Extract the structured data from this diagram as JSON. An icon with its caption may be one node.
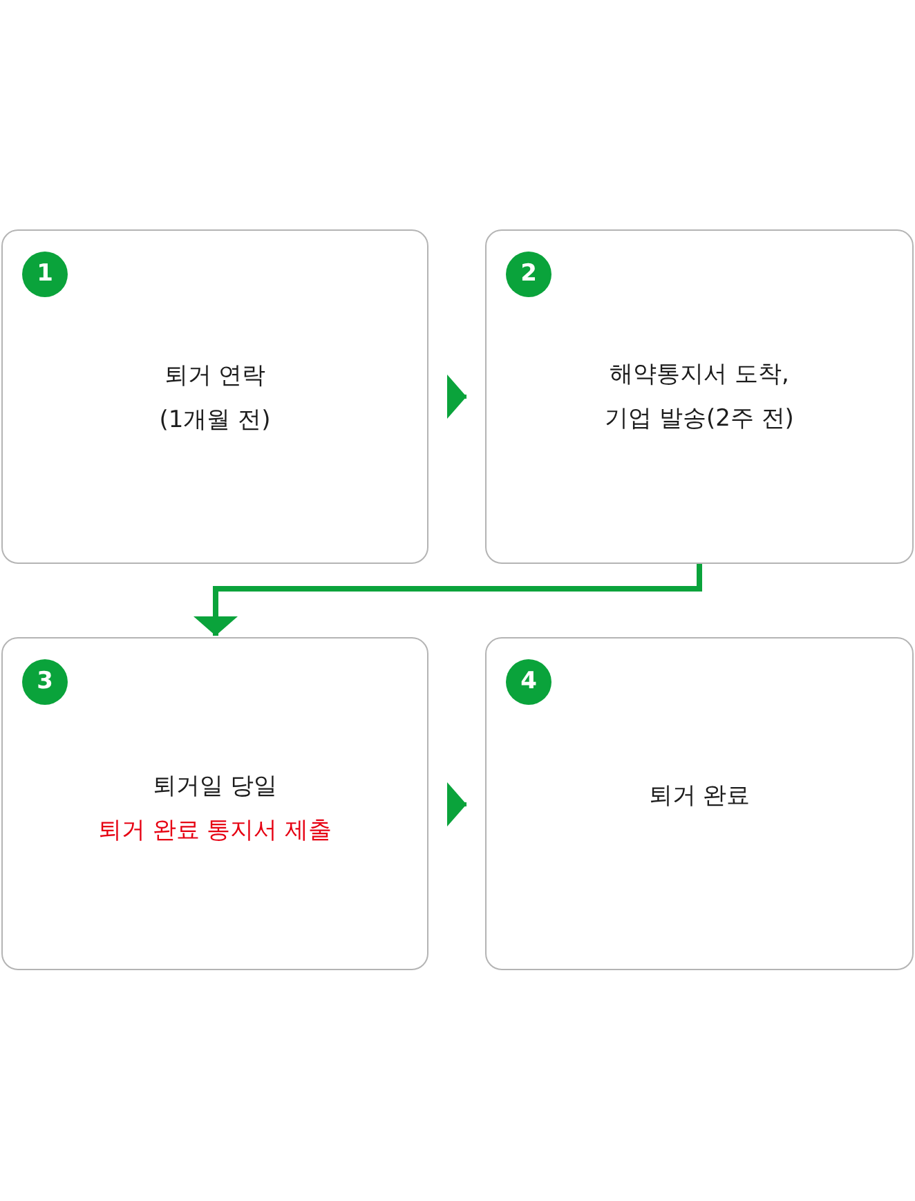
{
  "diagram": {
    "nodes": [
      {
        "text": [
          "1",
          "퇴거 연락 (1개월 전)"
        ]
      },
      {
        "text": [
          "2",
          "해약통지서 도착, 기업 발송(2주 전)"
        ]
      },
      {
        "text": [
          "3",
          "퇴거일 당일",
          "퇴거 완료 통지서 제출"
        ]
      },
      {
        "text": [
          "4",
          "퇴거 완료"
        ]
      }
    ],
    "edges": [
      {
        "from": 0,
        "to": 1,
        "arrow": "to"
      },
      {
        "from": 1,
        "to": 2,
        "arrow": "to"
      },
      {
        "from": 2,
        "to": 3,
        "arrow": "to"
      }
    ]
  }
}
